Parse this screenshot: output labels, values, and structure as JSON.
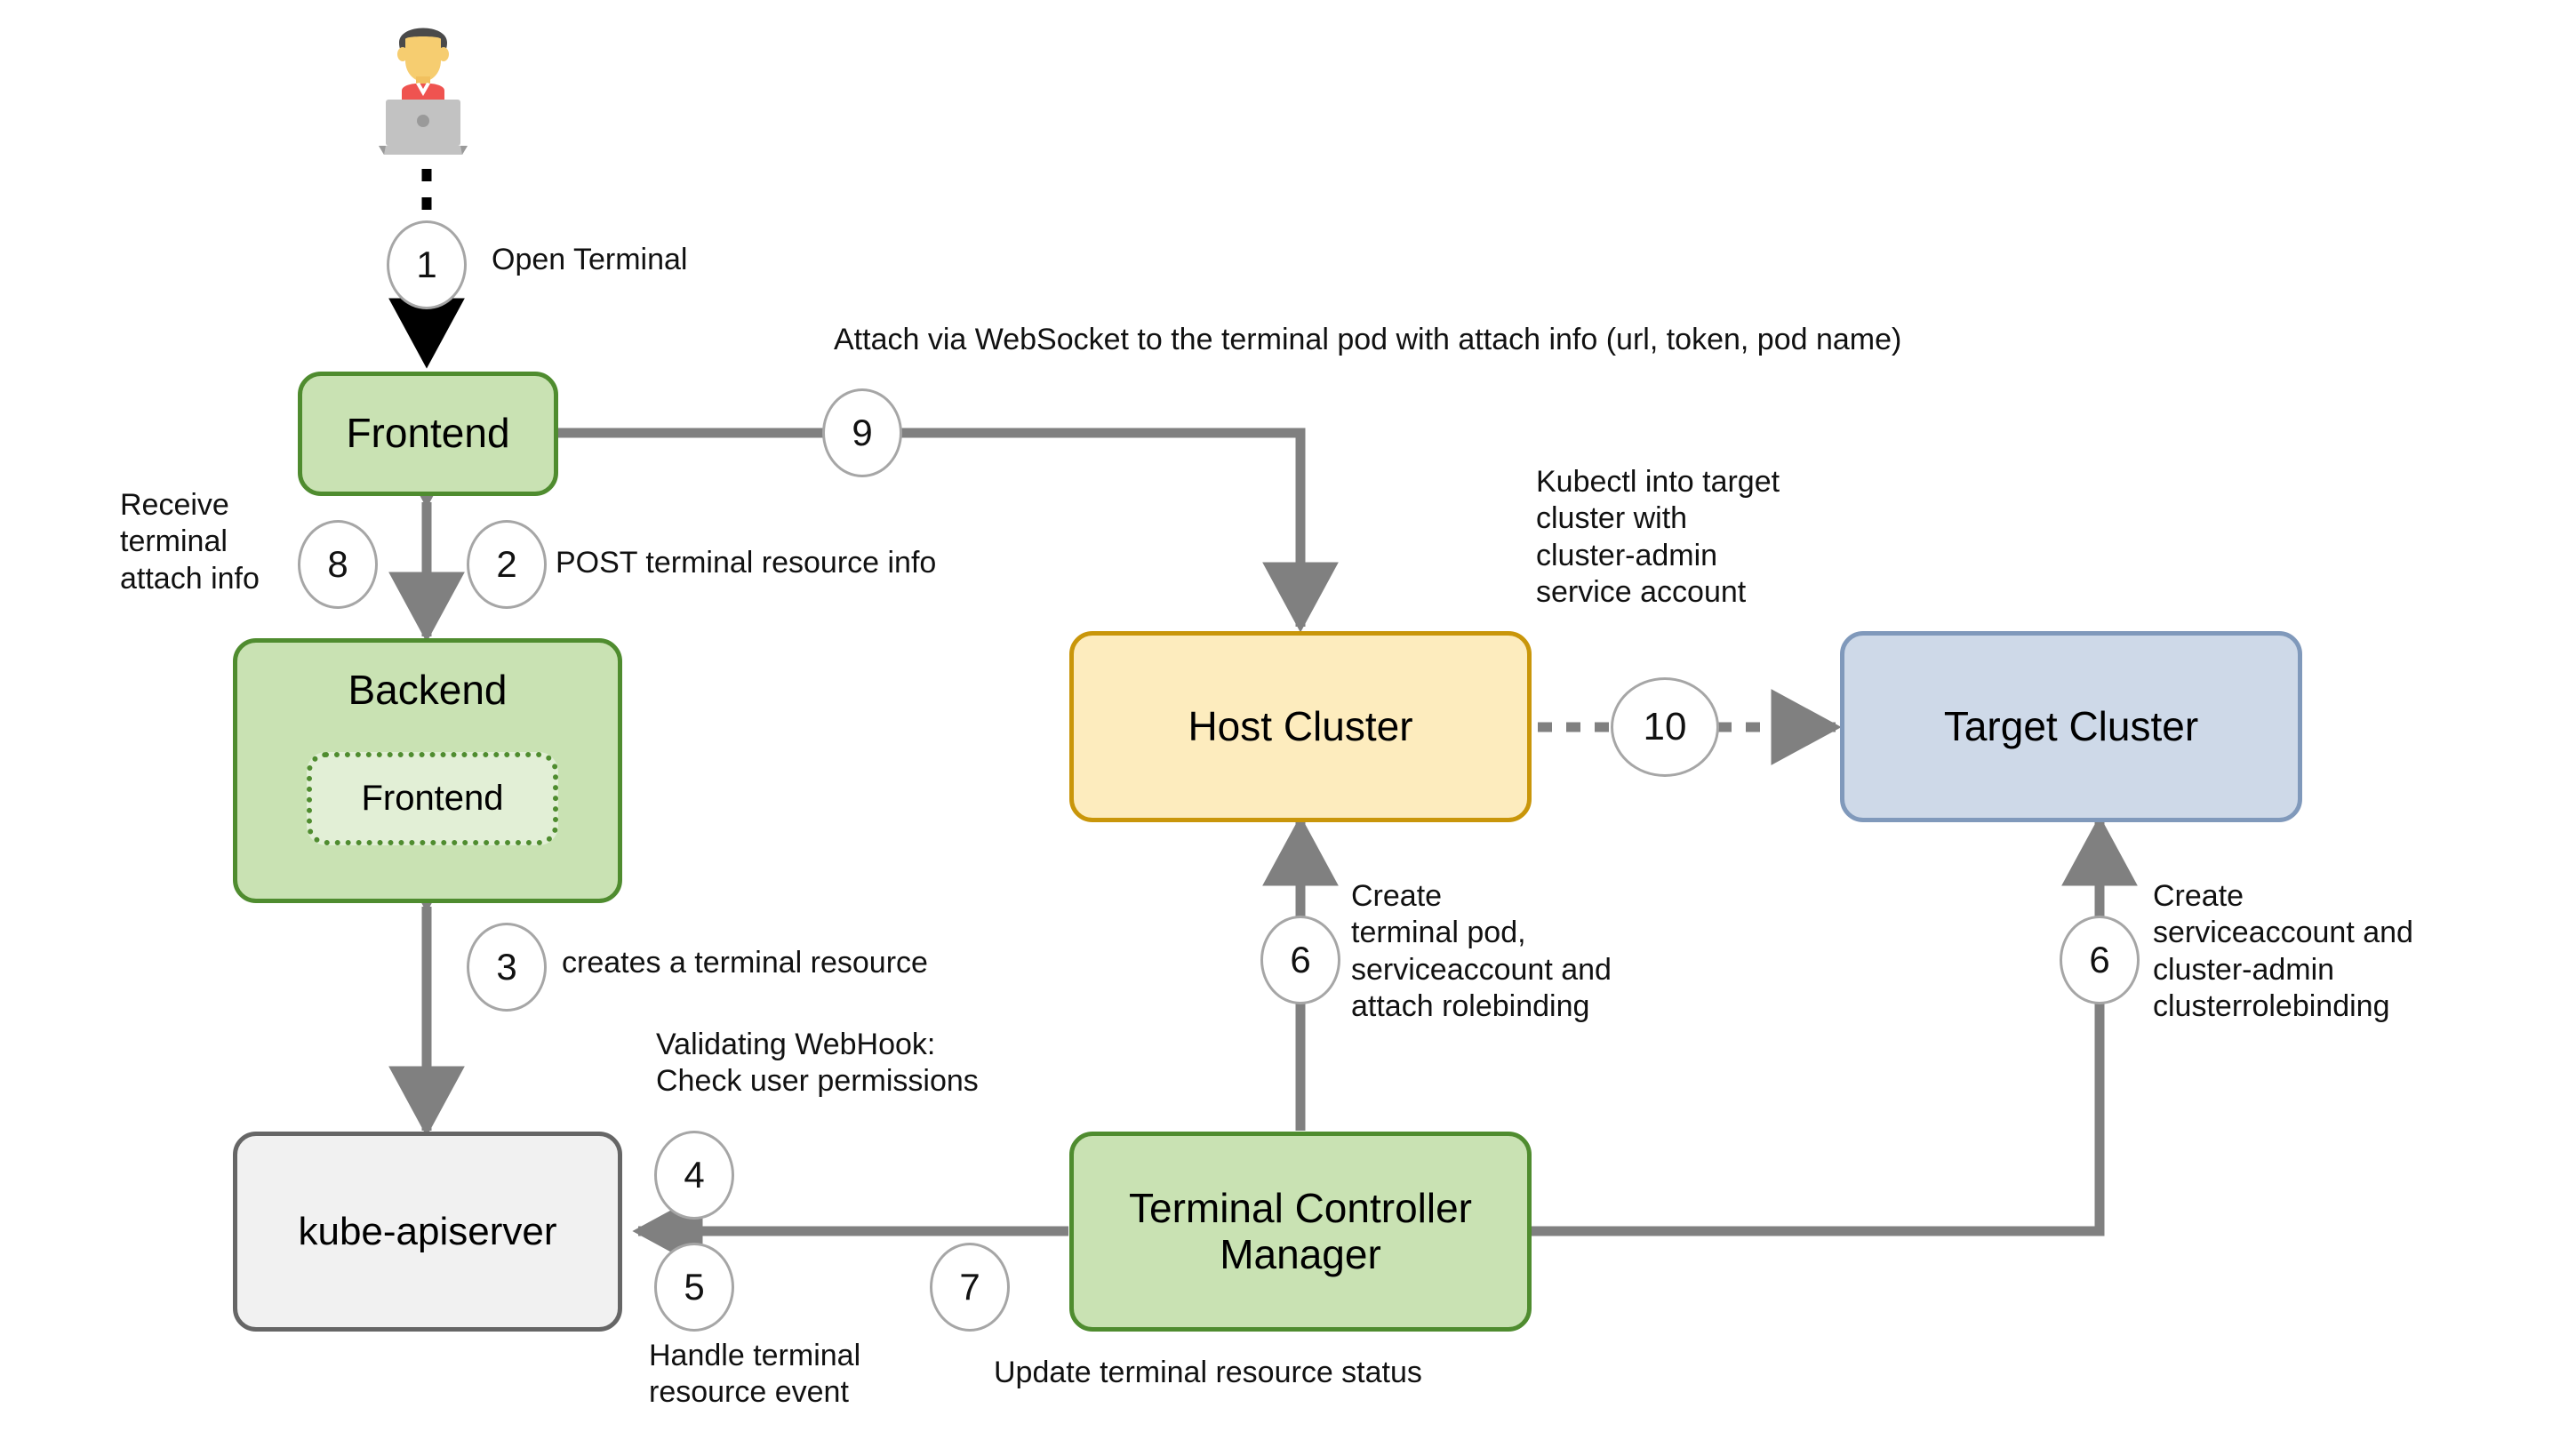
{
  "diagram": {
    "title": "Terminal attach flow across host and target Kubernetes clusters",
    "colors": {
      "green_fill": "#c9e2b3",
      "green_stroke": "#4f8c2f",
      "amber_fill": "#fdecbe",
      "amber_stroke": "#c9960a",
      "blue_fill": "#ced9e8",
      "blue_stroke": "#8099bb",
      "gray_fill": "#f1f1f1",
      "gray_stroke": "#666666",
      "connector": "#808080",
      "badge_stroke": "#a6a6a6",
      "text": "#111111"
    }
  },
  "nodes": {
    "user": {
      "icon": "user-at-laptop-icon"
    },
    "frontend": {
      "label": "Frontend"
    },
    "backend": {
      "label": "Backend",
      "nested_label": "Frontend"
    },
    "kube_apiserver": {
      "label": "kube-apiserver"
    },
    "terminal_controller_manager": {
      "label": "Terminal Controller\nManager"
    },
    "host_cluster": {
      "label": "Host Cluster"
    },
    "target_cluster": {
      "label": "Target Cluster"
    }
  },
  "steps": [
    {
      "number": "1",
      "label": "Open Terminal"
    },
    {
      "number": "2",
      "label": "POST terminal resource info"
    },
    {
      "number": "3",
      "label": "creates a terminal resource"
    },
    {
      "number": "4",
      "label": "Validating WebHook:\nCheck user permissions"
    },
    {
      "number": "5",
      "label": "Handle terminal\nresource event"
    },
    {
      "number": "6",
      "label": "Create\nterminal pod,\nserviceaccount and\nattach rolebinding"
    },
    {
      "number": "6",
      "label": "Create\nserviceaccount and\ncluster-admin\nclusterrolebinding"
    },
    {
      "number": "7",
      "label": "Update terminal resource status"
    },
    {
      "number": "8",
      "label": "Receive\nterminal\nattach info"
    },
    {
      "number": "9",
      "label": "Attach via WebSocket to the terminal pod with attach info (url, token, pod name)"
    },
    {
      "number": "10",
      "label": "Kubectl into target\ncluster with\ncluster-admin\nservice account"
    }
  ]
}
